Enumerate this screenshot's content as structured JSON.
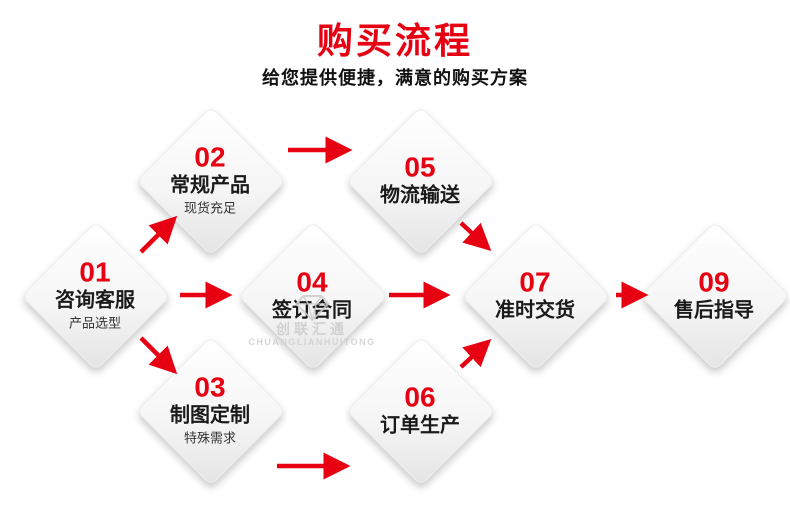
{
  "colors": {
    "accent": "#e60012",
    "diamond_fill": "#f2f2f2",
    "text_dark": "#1a1a1a"
  },
  "header": {
    "title": "购买流程",
    "subtitle": "给您提供便捷，满意的购买方案"
  },
  "watermark": {
    "icon": "diamond-logo-icon",
    "cn": "创联汇通",
    "en": "CHUANGLIANHUITONG"
  },
  "nodes": [
    {
      "num": "01",
      "label": "咨询客服",
      "sub": "产品选型"
    },
    {
      "num": "02",
      "label": "常规产品",
      "sub": "现货充足"
    },
    {
      "num": "03",
      "label": "制图定制",
      "sub": "特殊需求"
    },
    {
      "num": "04",
      "label": "签订合同",
      "sub": ""
    },
    {
      "num": "05",
      "label": "物流输送",
      "sub": ""
    },
    {
      "num": "06",
      "label": "订单生产",
      "sub": ""
    },
    {
      "num": "07",
      "label": "准时交货",
      "sub": ""
    },
    {
      "num": "09",
      "label": "售后指导",
      "sub": ""
    }
  ],
  "flow": [
    {
      "from": "01",
      "to": "02"
    },
    {
      "from": "01",
      "to": "04"
    },
    {
      "from": "01",
      "to": "03"
    },
    {
      "from": "02",
      "to": "05"
    },
    {
      "from": "05",
      "to": "07"
    },
    {
      "from": "04",
      "to": "07"
    },
    {
      "from": "03",
      "to": "06"
    },
    {
      "from": "06",
      "to": "07"
    },
    {
      "from": "07",
      "to": "09"
    }
  ]
}
